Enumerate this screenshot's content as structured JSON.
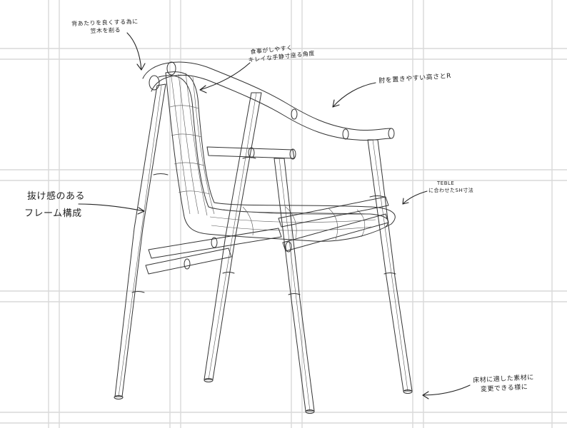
{
  "annotations": {
    "top_left": [
      "背あたりを良くする為に",
      "笠木を削る"
    ],
    "top_center": [
      "食事がしやすく",
      "キレイな手静寸座る角度"
    ],
    "top_right": "肘を置きやすい高さとR",
    "left": [
      "抜け感のある",
      "フレーム構成"
    ],
    "right": [
      "TEBLE",
      "に合わせたSH寸法"
    ],
    "bottom_right": [
      "床材に適した素材に",
      "変更できる様に"
    ]
  },
  "colors": {
    "line": "#333333",
    "grid": "#d9d9d9",
    "paper": "#ffffff"
  }
}
